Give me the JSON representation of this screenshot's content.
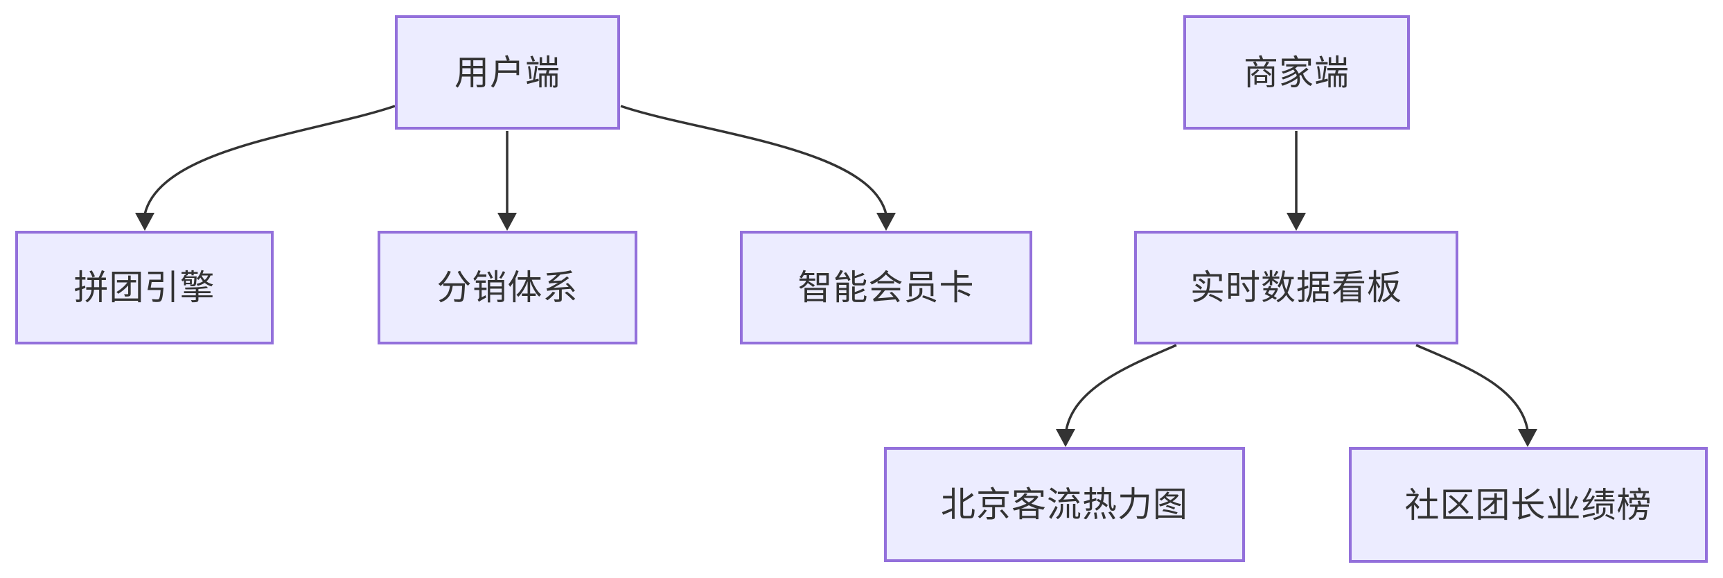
{
  "diagram": {
    "type": "flowchart",
    "direction": "top-down",
    "colors": {
      "background": "#ffffff",
      "node_fill": "#ECECFF",
      "node_border": "#9370DB",
      "edge_color": "#333333",
      "text_color": "#333333"
    },
    "nodes": {
      "user": {
        "label": "用户端"
      },
      "merchant": {
        "label": "商家端"
      },
      "groupbuy": {
        "label": "拼团引擎"
      },
      "distribution": {
        "label": "分销体系"
      },
      "membercard": {
        "label": "智能会员卡"
      },
      "dashboard": {
        "label": "实时数据看板"
      },
      "heatmap": {
        "label": "北京客流热力图"
      },
      "leaderboard": {
        "label": "社区团长业绩榜"
      }
    },
    "edges": [
      {
        "from": "用户端",
        "to": "拼团引擎"
      },
      {
        "from": "用户端",
        "to": "分销体系"
      },
      {
        "from": "用户端",
        "to": "智能会员卡"
      },
      {
        "from": "商家端",
        "to": "实时数据看板"
      },
      {
        "from": "实时数据看板",
        "to": "北京客流热力图"
      },
      {
        "from": "实时数据看板",
        "to": "社区团长业绩榜"
      }
    ]
  }
}
